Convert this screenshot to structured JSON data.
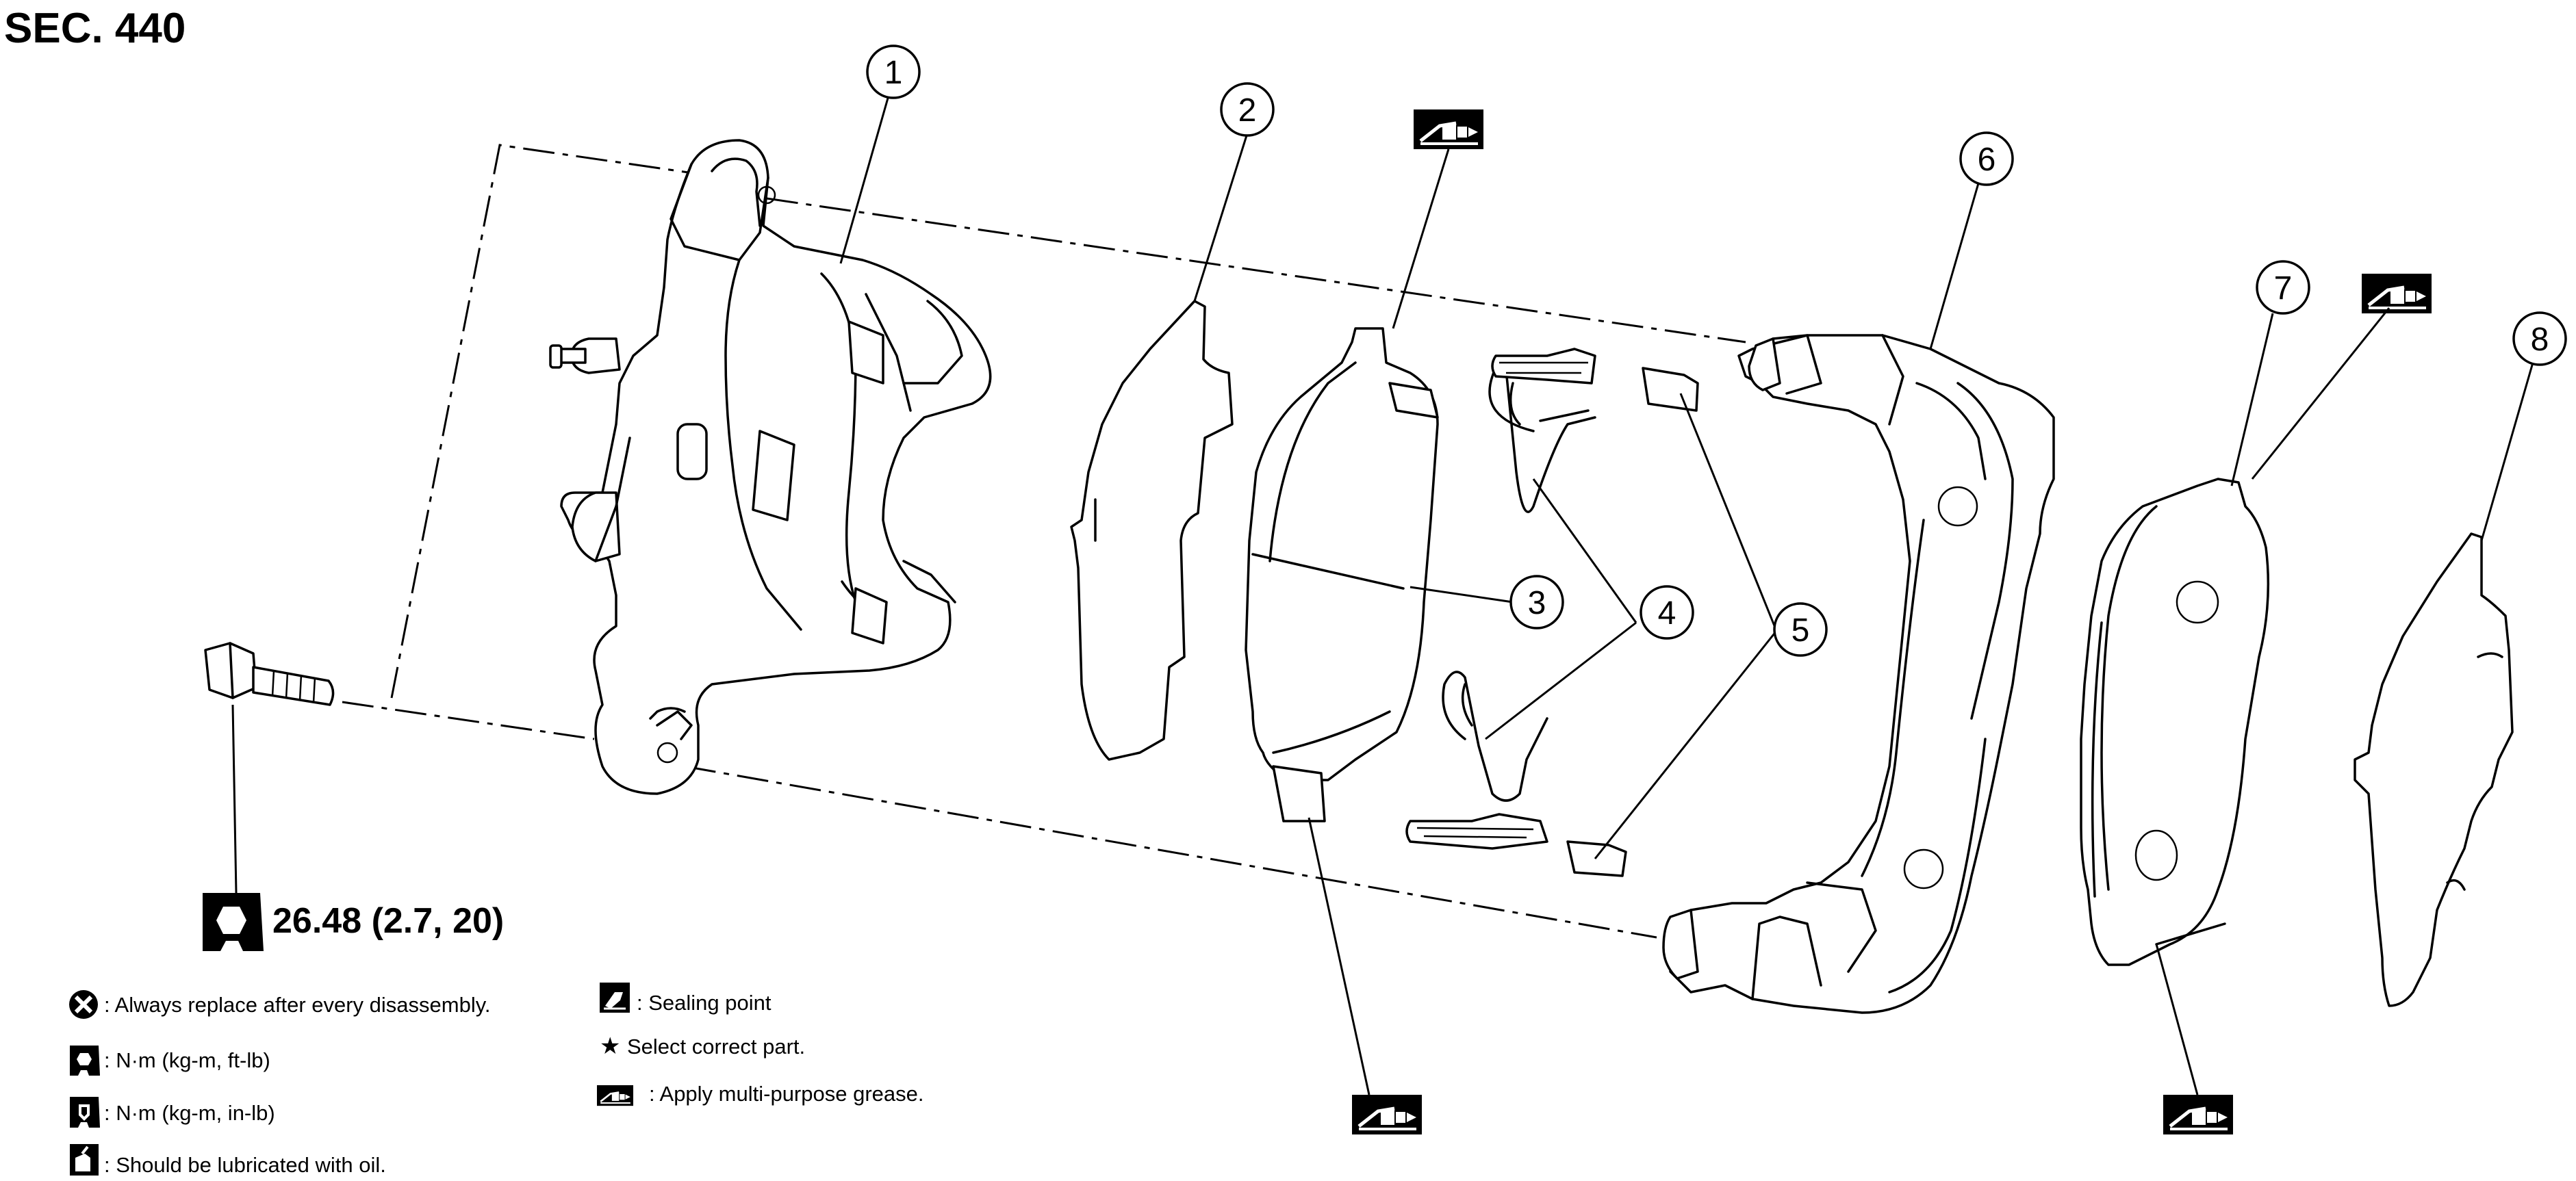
{
  "section_title": "SEC. 440",
  "callouts": [
    "1",
    "2",
    "3",
    "4",
    "5",
    "6",
    "7",
    "8"
  ],
  "torque_spec": "26.48 (2.7, 20)",
  "legend": {
    "replace": ": Always replace after every disassembly.",
    "torque_ftlb": ": N·m (kg-m, ft-lb)",
    "torque_inlb": ": N·m (kg-m, in-lb)",
    "oil": ": Should be lubricated with oil.",
    "sealing": ": Sealing point",
    "select": "Select correct part.",
    "grease": ": Apply multi-purpose grease."
  },
  "icons": {
    "replace": "x-circle-icon",
    "torque": "torque-wrench-icon",
    "oil": "oil-can-icon",
    "sealing": "sealing-point-icon",
    "select": "star-icon",
    "grease": "grease-gun-icon"
  }
}
